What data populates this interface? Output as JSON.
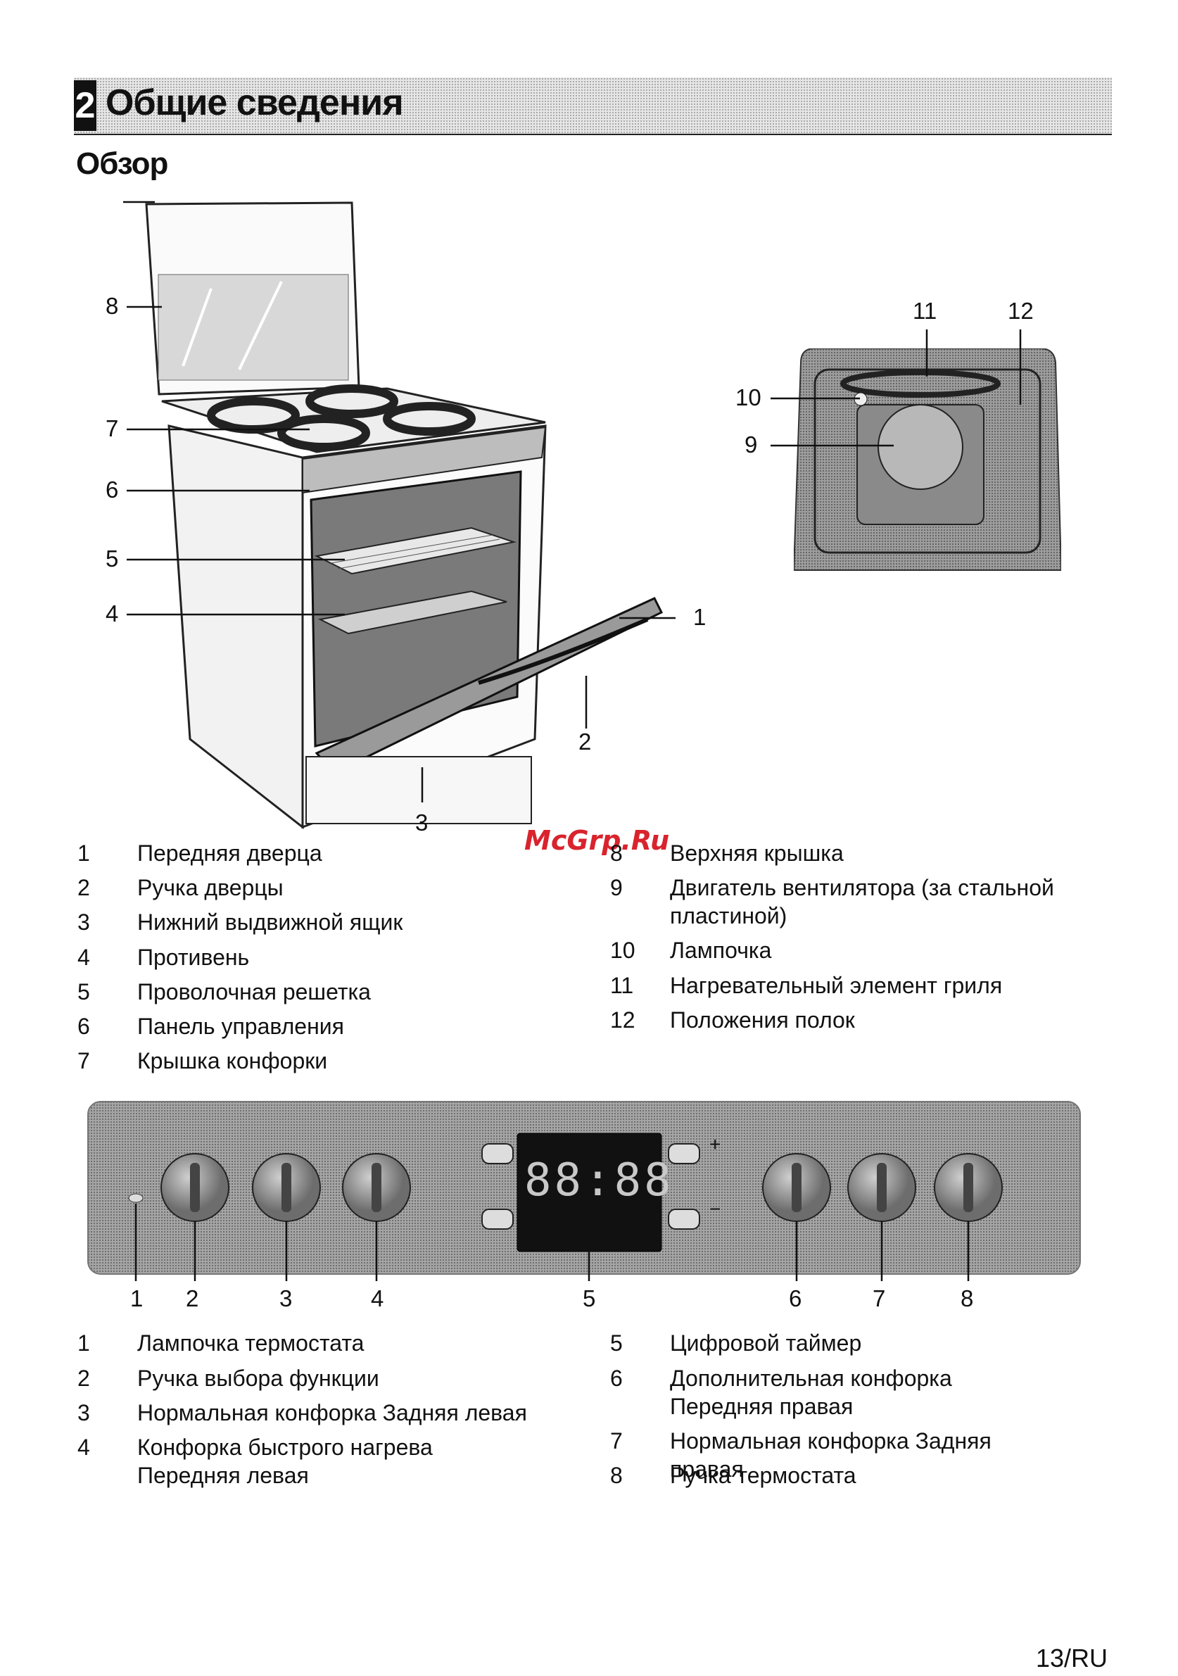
{
  "chapter": {
    "number": "2",
    "title": "Общие сведения"
  },
  "section_title": "Обзор",
  "oven_callouts": [
    "1",
    "2",
    "3",
    "4",
    "5",
    "6",
    "7",
    "8"
  ],
  "interior_callouts": [
    "9",
    "10",
    "11",
    "12"
  ],
  "parts_left": [
    {
      "num": "1",
      "text": "Передняя дверца"
    },
    {
      "num": "2",
      "text": "Ручка дверцы"
    },
    {
      "num": "3",
      "text": "Нижний выдвижной ящик"
    },
    {
      "num": "4",
      "text": "Противень"
    },
    {
      "num": "5",
      "text": "Проволочная решетка"
    },
    {
      "num": "6",
      "text": "Панель управления"
    },
    {
      "num": "7",
      "text": "Крышка конфорки"
    }
  ],
  "parts_right": [
    {
      "num": "8",
      "text": "Верхняя крышка"
    },
    {
      "num": "9",
      "text": "Двигатель вентилятора (за стальной пластиной)"
    },
    {
      "num": "10",
      "text": "Лампочка"
    },
    {
      "num": "11",
      "text": "Нагревательный элемент гриля"
    },
    {
      "num": "12",
      "text": "Положения полок"
    }
  ],
  "panel": {
    "timer_display": "88:88",
    "callouts": [
      "1",
      "2",
      "3",
      "4",
      "5",
      "6",
      "7",
      "8"
    ],
    "plus": "+",
    "minus": "−"
  },
  "controls_left": [
    {
      "num": "1",
      "text": "Лампочка термостата"
    },
    {
      "num": "2",
      "text": "Ручка выбора функции"
    },
    {
      "num": "3",
      "text": "Нормальная конфорка Задняя левая"
    },
    {
      "num": "4",
      "text": "Конфорка быстрого нагрева Передняя левая"
    }
  ],
  "controls_right": [
    {
      "num": "5",
      "text": "Цифровой таймер"
    },
    {
      "num": "6",
      "text": "Дополнительная конфорка Передняя правая"
    },
    {
      "num": "7",
      "text": "Нормальная конфорка Задняя правая"
    },
    {
      "num": "8",
      "text": "Ручка термостата"
    }
  ],
  "watermark": "McGrp.Ru",
  "page_number": "13/RU"
}
